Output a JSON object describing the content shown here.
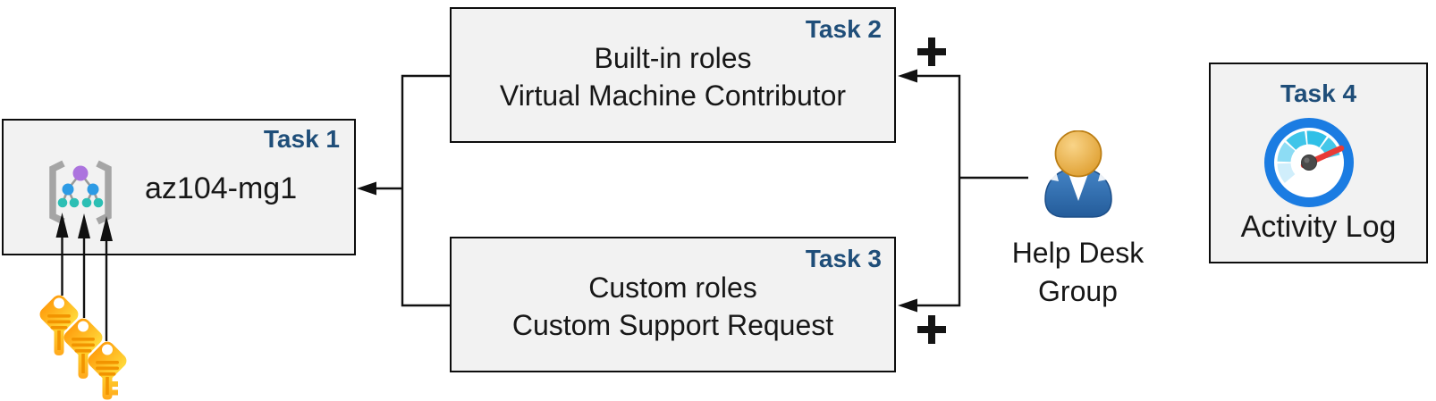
{
  "diagram": {
    "boxes": {
      "task1": {
        "badge": "Task 1",
        "title": "az104-mg1"
      },
      "task2": {
        "badge": "Task 2",
        "line1": "Built-in roles",
        "line2": "Virtual Machine Contributor"
      },
      "task3": {
        "badge": "Task 3",
        "line1": "Custom roles",
        "line2": "Custom Support Request"
      },
      "task4": {
        "badge": "Task 4",
        "caption": "Activity Log"
      }
    },
    "help_desk": {
      "line1": "Help Desk",
      "line2": "Group"
    },
    "icons": {
      "management_group": "management-group-icon",
      "keys": "keys-icon",
      "user": "user-icon",
      "activity_log_gauge": "gauge-icon",
      "plus": "plus-icon"
    },
    "colors": {
      "box_fill": "#f2f2f2",
      "box_border": "#0d0d0d",
      "badge_text": "#1f4e79",
      "body_text": "#1a1a1a",
      "connector": "#111111",
      "key_gold": "#ffc41f",
      "key_accent": "#f29400",
      "person_blue": "#2f6cab",
      "person_head": "#e8a93c",
      "gauge_ring": "#1b7ce2",
      "gauge_needle": "#e83b36",
      "mg_purple": "#ac74de",
      "mg_blue": "#2d9be5",
      "mg_teal": "#2cbfb4",
      "bracket_gray": "#a5a5a5"
    }
  }
}
